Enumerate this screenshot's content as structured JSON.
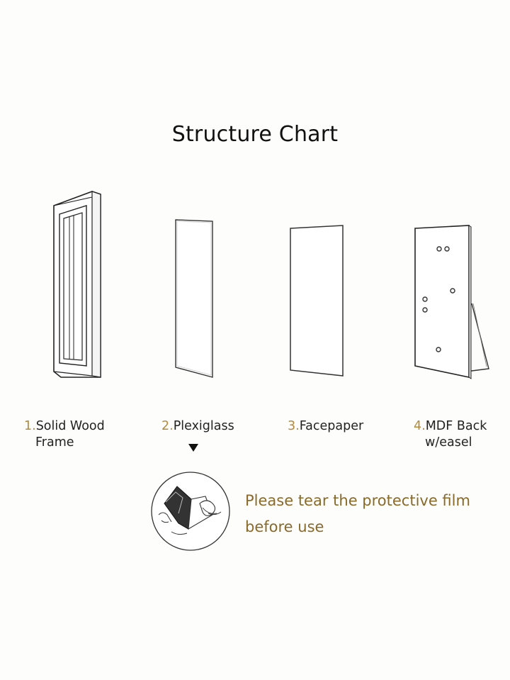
{
  "title": "Structure Chart",
  "parts": [
    {
      "num": "1.",
      "line1": "Solid Wood",
      "line2": "Frame"
    },
    {
      "num": "2.",
      "line1": "Plexiglass",
      "line2": ""
    },
    {
      "num": "3.",
      "line1": "Facepaper",
      "line2": ""
    },
    {
      "num": "4.",
      "line1": "MDF Back",
      "line2": "w/easel"
    }
  ],
  "note": {
    "line1": "Please tear the protective film",
    "line2": "before use"
  },
  "colors": {
    "accent": "#b38a3c",
    "note": "#8a6a2a",
    "ink": "#111111"
  }
}
